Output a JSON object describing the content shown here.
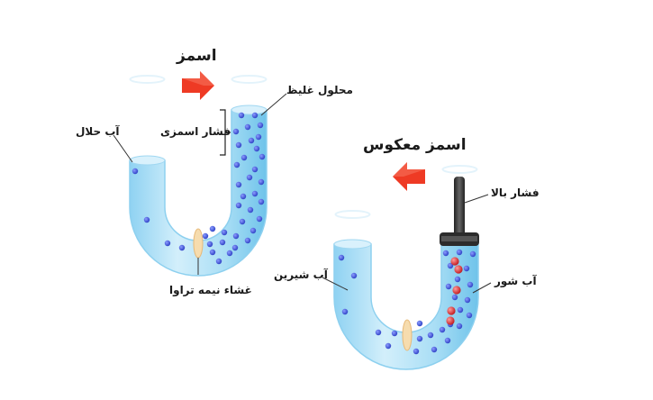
{
  "labels": {
    "osmosis_title": "اسمز",
    "concentrated_solution": "محلول غلیظ",
    "osmotic_pressure": "فشار اسمزی",
    "pure_water": "آب حلال",
    "semipermeable_membrane": "غشاء نیمه تراوا",
    "reverse_osmosis_title": "اسمز معکوس",
    "high_pressure": "فشار بالا",
    "fresh_water": "آب شیرین",
    "salt_water": "آب شور"
  },
  "icons": {
    "flow_arrow": "arrow-icon",
    "piston": "piston-icon",
    "membrane": "membrane-icon"
  },
  "colors": {
    "tube_fill": "#bfe6f8",
    "tube_edge": "#7fc9ec",
    "molecule_blue": "#3d52d5",
    "salt_red": "#d61f1f",
    "arrow_red": "#ee3a24",
    "membrane": "#f5d7a8"
  }
}
